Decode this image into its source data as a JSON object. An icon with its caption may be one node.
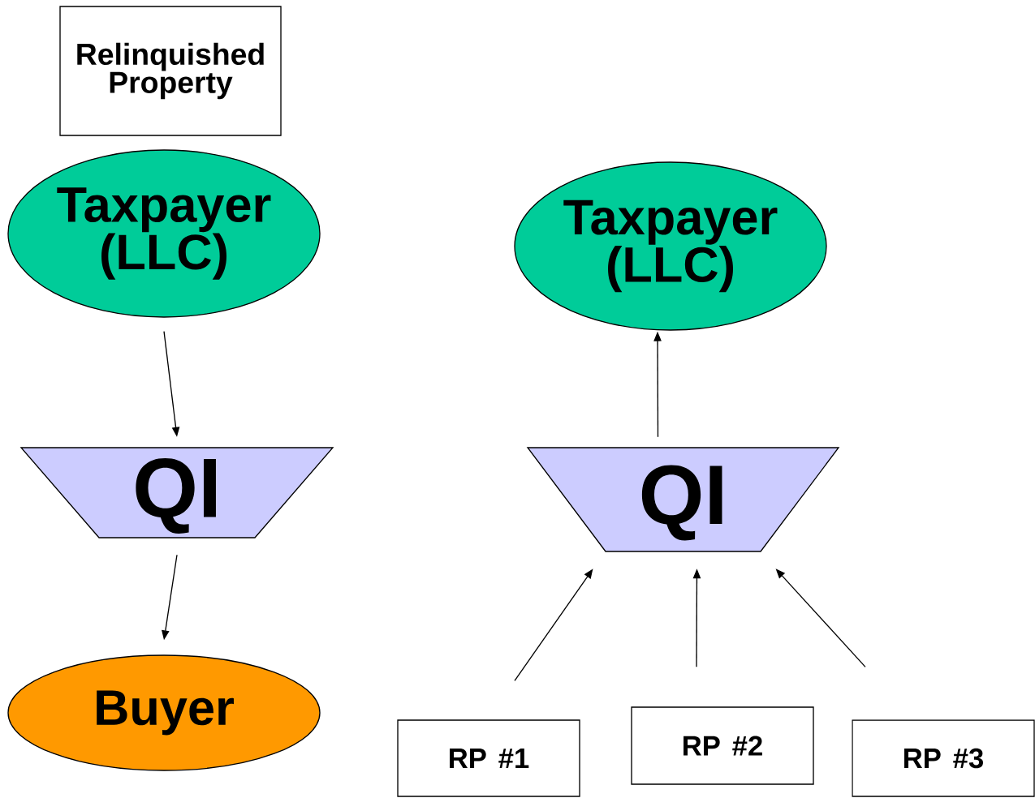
{
  "diagram": {
    "nodes": [
      {
        "text": [
          "Relinquished Property"
        ]
      },
      {
        "text": [
          "Taxpayer (LLC)"
        ]
      },
      {
        "text": [
          "QI"
        ]
      },
      {
        "text": [
          "Buyer"
        ]
      },
      {
        "text": [
          "Taxpayer (LLC)"
        ]
      },
      {
        "text": [
          "QI"
        ]
      },
      {
        "text": [
          "RP #1"
        ]
      },
      {
        "text": [
          "RP #2"
        ]
      },
      {
        "text": [
          "RP #3"
        ]
      }
    ],
    "edges": [
      {
        "from": 1,
        "to": 2,
        "arrow": "to"
      },
      {
        "from": 2,
        "to": 3,
        "arrow": "to"
      },
      {
        "from": 5,
        "to": 4,
        "arrow": "to"
      },
      {
        "from": 6,
        "to": 5,
        "arrow": "to"
      },
      {
        "from": 7,
        "to": 5,
        "arrow": "to"
      },
      {
        "from": 8,
        "to": 5,
        "arrow": "to"
      }
    ]
  }
}
